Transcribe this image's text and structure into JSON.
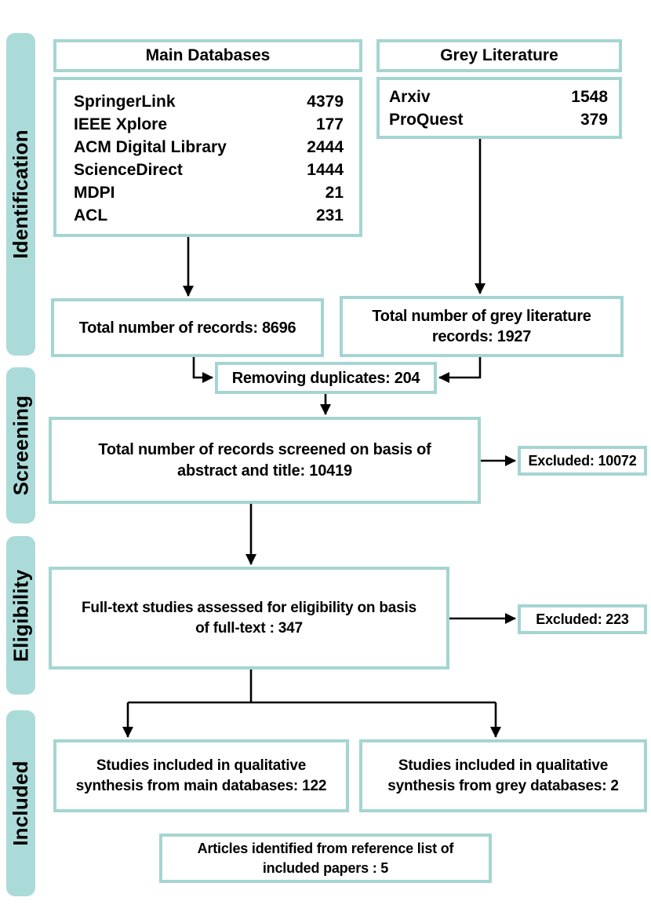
{
  "palette": {
    "teal_border": "#a5d5d2",
    "teal_bar_fill": "#abdbd9",
    "arrow_color": "#000000",
    "text_color": "#000000",
    "background": "#ffffff"
  },
  "sidebar": {
    "stages": [
      {
        "label": "Identification"
      },
      {
        "label": "Screening"
      },
      {
        "label": "Eligibility"
      },
      {
        "label": "Included"
      }
    ]
  },
  "identification": {
    "main_header": "Main Databases",
    "grey_header": "Grey Literature",
    "main_sources": [
      {
        "name": "SpringerLink",
        "count": "4379"
      },
      {
        "name": "IEEE Xplore",
        "count": "177"
      },
      {
        "name": "ACM Digital Library",
        "count": "2444"
      },
      {
        "name": "ScienceDirect",
        "count": "1444"
      },
      {
        "name": "MDPI",
        "count": "21"
      },
      {
        "name": "ACL",
        "count": "231"
      }
    ],
    "grey_sources": [
      {
        "name": "Arxiv",
        "count": "1548"
      },
      {
        "name": "ProQuest",
        "count": "379"
      }
    ],
    "total_main": "Total number of records: 8696",
    "total_grey": "Total number of grey literature\nrecords: 1927",
    "duplicates": "Removing duplicates: 204"
  },
  "screening": {
    "box": "Total number of records screened on basis of\nabstract and title: 10419",
    "excluded": "Excluded: 10072"
  },
  "eligibility": {
    "box": "Full-text studies assessed for eligibility on basis\nof full-text : 347",
    "excluded": "Excluded: 223"
  },
  "included": {
    "left_box": "Studies included in qualitative\nsynthesis from main databases: 122",
    "right_box": "Studies included in qualitative\nsynthesis from grey databases: 2",
    "bottom_box": "Articles identified from reference list of\nincluded papers : 5"
  }
}
